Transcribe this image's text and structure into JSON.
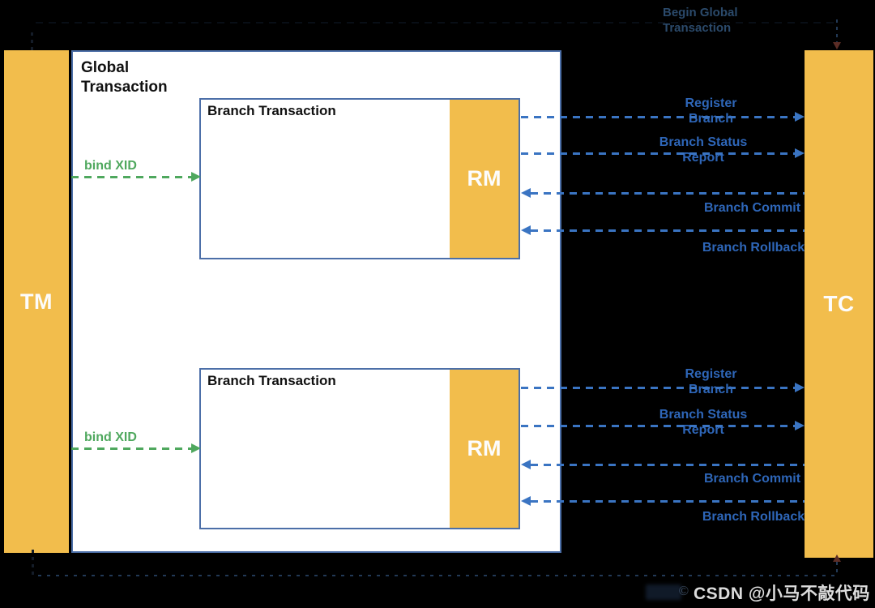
{
  "diagram": {
    "top_flow_label": {
      "line1": "Begin Global",
      "line2": "Transaction"
    },
    "tm_label": "TM",
    "tc_label": "TC",
    "global_box": {
      "title": "Global\nTransaction"
    },
    "branches": [
      {
        "title": "Branch Transaction",
        "rm_label": "RM",
        "bind_label": "bind XID",
        "messages": {
          "register": "Register\nBranch",
          "status": "Branch Status\nReport",
          "commit": "Branch Commit",
          "rollback": "Branch Rollback"
        }
      },
      {
        "title": "Branch Transaction",
        "rm_label": "RM",
        "bind_label": "bind XID",
        "messages": {
          "register": "Register\nBranch",
          "status": "Branch Status\nReport",
          "commit": "Branch Commit",
          "rollback": "Branch Rollback"
        }
      }
    ],
    "watermark": "CSDN @小马不敲代码",
    "watermark_faint": "©",
    "colors": {
      "background": "#000000",
      "box_yellow": "#F2BD4C",
      "border_blue": "#4C6FA8",
      "arrow_blue": "#3A74C2",
      "label_blue": "#2E66B8",
      "bind_green": "#4FA85E",
      "faint_flow_blue": "#3E689C",
      "node_text": "#FCFCFC"
    }
  }
}
